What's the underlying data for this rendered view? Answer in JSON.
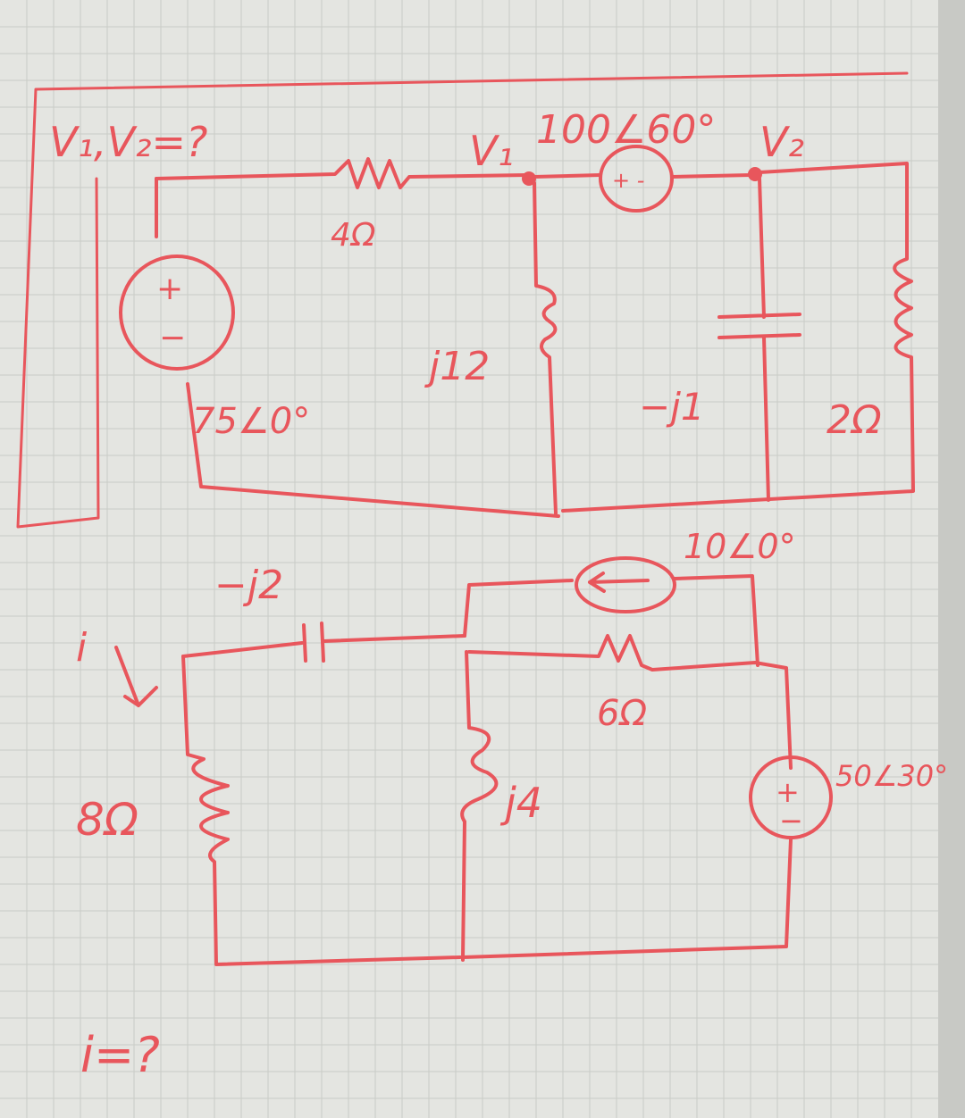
{
  "colors": {
    "ink": "#e8565c",
    "board": "#e4e5e1",
    "grid": "#c9cbc6"
  },
  "top_circuit": {
    "question": "V₁,V₂=?",
    "node_v1": "V₁",
    "node_v2": "V₂",
    "source_left": {
      "value": "75∠0°",
      "polarity_plus": "+",
      "polarity_minus": "−"
    },
    "resistor_series": "4Ω",
    "inductor": "j12",
    "source_middle": {
      "value": "100∠60°",
      "polarity": "+ -"
    },
    "capacitor": "−j1",
    "resistor_right": "2Ω"
  },
  "bottom_circuit": {
    "current_label": "i",
    "question": "i=?",
    "capacitor": "−j2",
    "current_source": "10∠0°",
    "resistor_parallel": "6Ω",
    "inductor": "j4",
    "resistor_left": "8Ω",
    "source_right": {
      "value": "50∠30°",
      "polarity_plus": "+",
      "polarity_minus": "−"
    }
  }
}
